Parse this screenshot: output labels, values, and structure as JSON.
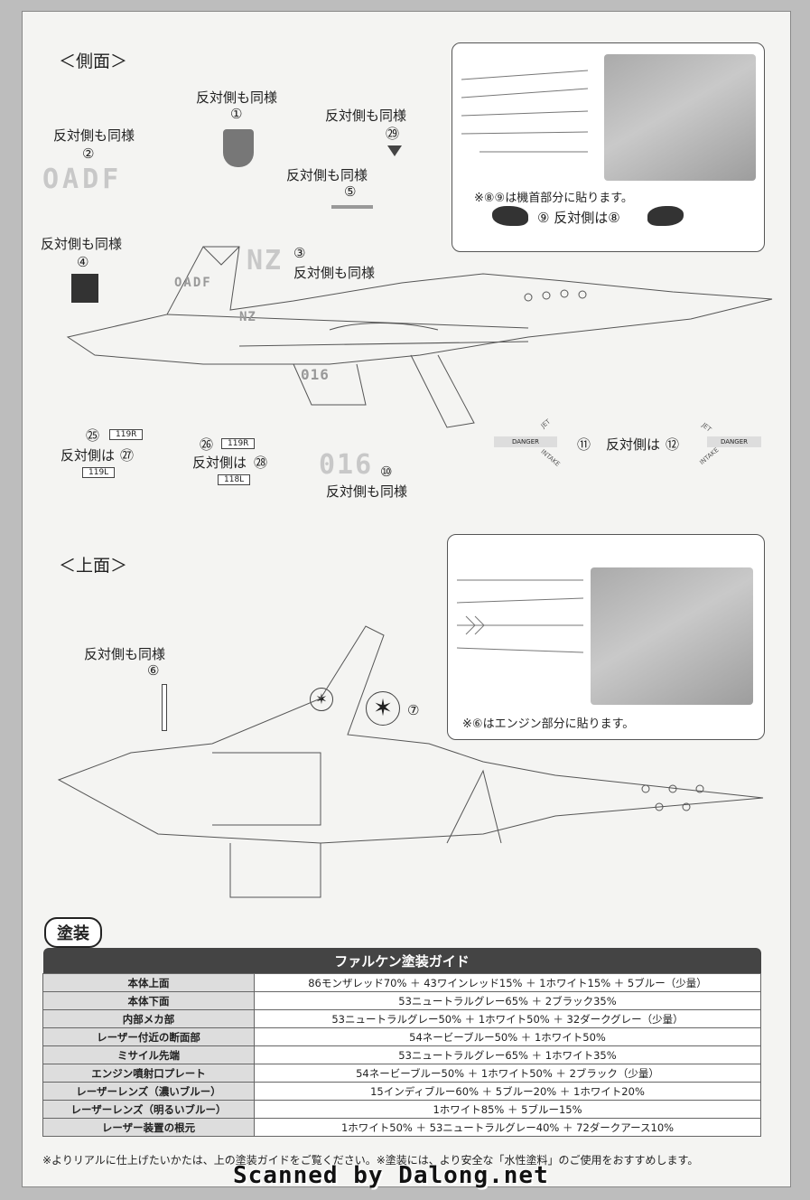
{
  "side_view": {
    "heading": "＜側面＞",
    "callouts": [
      {
        "id": "c1",
        "num": "①",
        "text": "反対側も同様"
      },
      {
        "id": "c2",
        "num": "②",
        "text": "反対側も同様"
      },
      {
        "id": "c29",
        "num": "㉙",
        "text": "反対側も同様"
      },
      {
        "id": "c5",
        "num": "⑤",
        "text": "反対側も同様"
      },
      {
        "id": "c4",
        "num": "④",
        "text": "反対側も同様"
      },
      {
        "id": "c3",
        "num": "③",
        "text": "反対側も同様"
      }
    ],
    "decal_text": {
      "oadf_large": "OADF",
      "oadf_tail": "OADF",
      "nz_large": "NZ",
      "nz_small": "NZ",
      "n016": "016",
      "n016_large": "016"
    },
    "inset_note_prefix": "※",
    "inset_note_nums": "⑧⑨",
    "inset_note_text": "は機首部分に貼ります。",
    "inset_9": "⑨",
    "inset_9_text": "反対側は",
    "inset_8": "⑧",
    "lower": {
      "n25": "㉕",
      "l25": "119R",
      "t25": "反対側は",
      "n27": "㉗",
      "l27": "119L",
      "n26": "㉖",
      "l26": "119R",
      "t26": "反対側は",
      "n28": "㉘",
      "l28": "118L",
      "n10": "⑩",
      "t10": "反対側も同様",
      "danger": "DANGER",
      "intake": "INTAKE",
      "jet": "JET",
      "n11": "⑪",
      "t11": "反対側は",
      "n12": "⑫"
    }
  },
  "top_view": {
    "heading": "＜上面＞",
    "c6_text": "反対側も同様",
    "c6_num": "⑥",
    "c7_num": "⑦",
    "inset_note_prefix": "※",
    "inset_note_num": "⑥",
    "inset_note_text": "はエンジン部分に貼ります。"
  },
  "paint": {
    "badge": "塗装",
    "title": "ファルケン塗装ガイド",
    "rows": [
      {
        "part": "本体上面",
        "mix": "86モンザレッド70% ＋ 43ワインレッド15% ＋ 1ホワイト15% ＋ 5ブルー（少量）"
      },
      {
        "part": "本体下面",
        "mix": "53ニュートラルグレー65% ＋ 2ブラック35%"
      },
      {
        "part": "内部メカ部",
        "mix": "53ニュートラルグレー50% ＋ 1ホワイト50% ＋ 32ダークグレー（少量）"
      },
      {
        "part": "レーザー付近の断面部",
        "mix": "54ネービーブルー50% ＋ 1ホワイト50%"
      },
      {
        "part": "ミサイル先端",
        "mix": "53ニュートラルグレー65% ＋ 1ホワイト35%"
      },
      {
        "part": "エンジン噴射口プレート",
        "mix": "54ネービーブルー50% ＋ 1ホワイト50% ＋ 2ブラック（少量）"
      },
      {
        "part": "レーザーレンズ（濃いブルー）",
        "mix": "15インディブルー60% ＋ 5ブルー20% ＋ 1ホワイト20%"
      },
      {
        "part": "レーザーレンズ（明るいブルー）",
        "mix": "1ホワイト85% ＋ 5ブルー15%"
      },
      {
        "part": "レーザー装置の根元",
        "mix": "1ホワイト50% ＋ 53ニュートラルグレー40% ＋ 72ダークアース10%"
      }
    ],
    "footer": "※よりリアルに仕上げたいかたは、上の塗装ガイドをご覧ください。※塗装には、より安全な「水性塗料」のご使用をおすすめします。"
  },
  "watermark": "Scanned by Dalong.net",
  "colors": {
    "paper": "#f4f4f2",
    "line": "#555555",
    "decal_gray": "#c8c8c8",
    "table_head": "#444444"
  }
}
